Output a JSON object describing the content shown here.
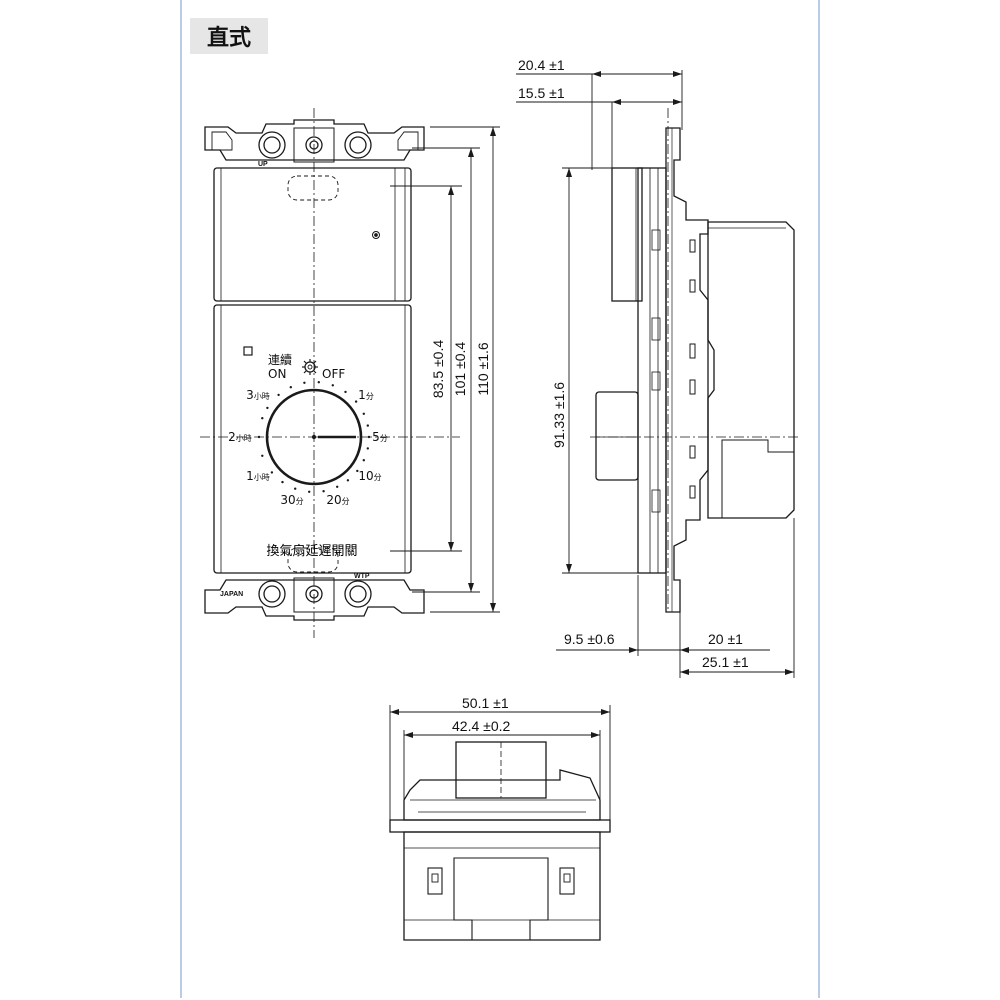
{
  "title": "直式",
  "front_view": {
    "continuous_label": "連續",
    "on_label": "ON",
    "off_label": "OFF",
    "product_name": "換氣扇延遲開關",
    "up_mark": "UP",
    "country_mark": "JAPAN",
    "model_mark": "WTP",
    "dial_ticks": [
      {
        "num": "3",
        "unit": "小時"
      },
      {
        "num": "2",
        "unit": "小時"
      },
      {
        "num": "1",
        "unit": "小時"
      },
      {
        "num": "30",
        "unit": "分"
      },
      {
        "num": "20",
        "unit": "分"
      },
      {
        "num": "10",
        "unit": "分"
      },
      {
        "num": "5",
        "unit": "分"
      },
      {
        "num": "1",
        "unit": "分"
      }
    ]
  },
  "dimensions": {
    "front_height_cover": "83.5 ±0.4",
    "front_height_plate": "101 ±0.4",
    "front_height_total": "110 ±1.6",
    "side_top_outer": "20.4 ±1",
    "side_top_inner": "15.5 ±1",
    "side_height": "91.33 ±1.6",
    "side_knob": "9.5 ±0.6",
    "side_body": "20 ±1",
    "side_depth": "25.1 ±1",
    "bottom_width_outer": "50.1 ±1",
    "bottom_width_inner": "42.4 ±0.2"
  },
  "colors": {
    "line": "#1a1a1a",
    "frame": "#b9cbe6",
    "tag": "#e6e6e6"
  }
}
